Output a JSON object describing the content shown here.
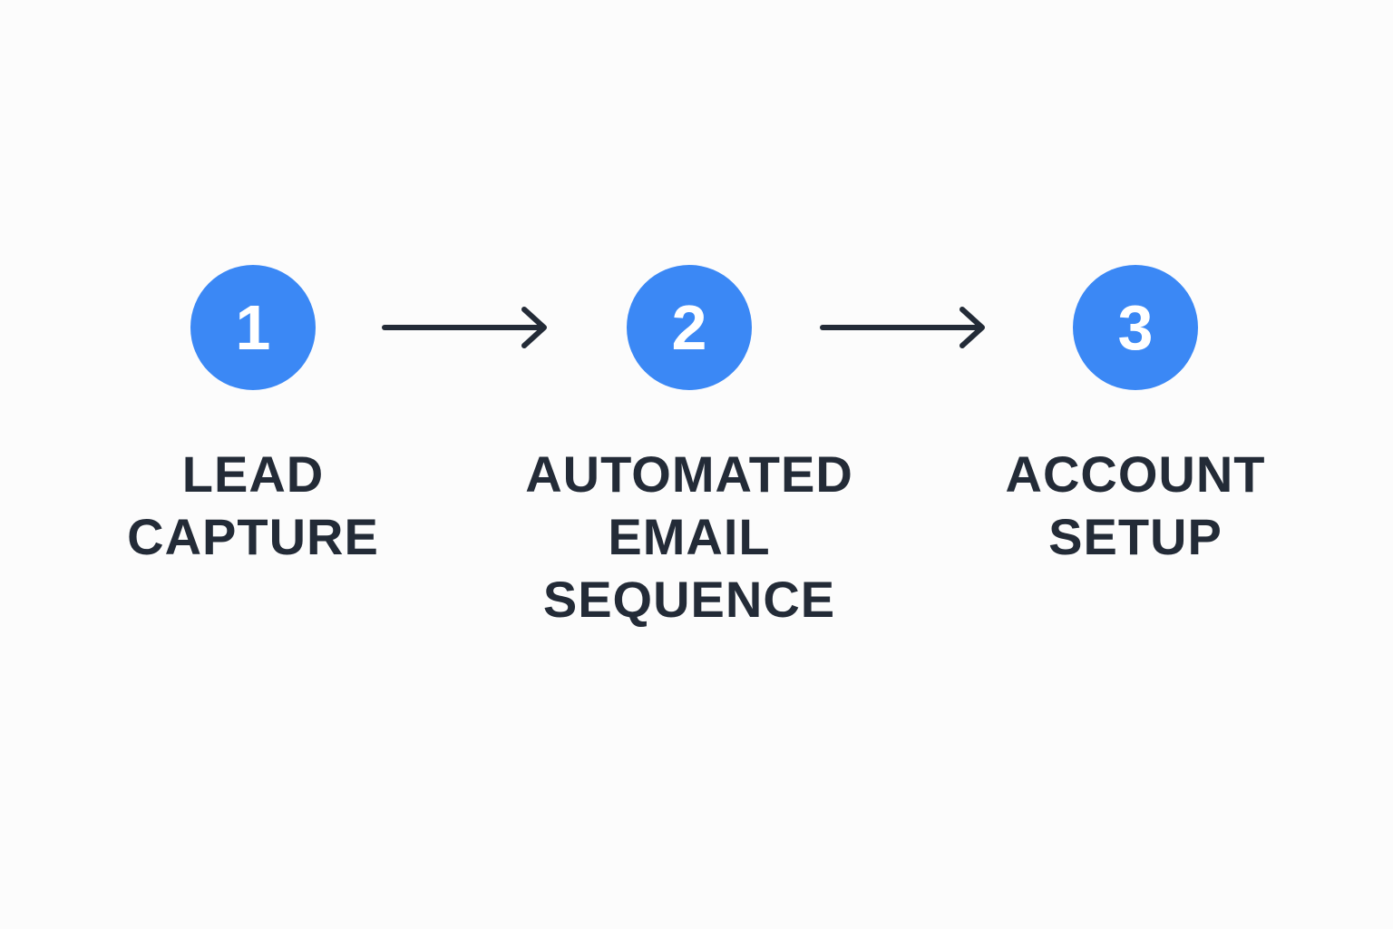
{
  "colors": {
    "background": "#fcfcfc",
    "step_circle": "#3b88f5",
    "step_number": "#ffffff",
    "label_text": "#232b37",
    "arrow": "#232b37"
  },
  "steps": [
    {
      "number": "1",
      "label_lines": [
        "LEAD",
        "CAPTURE"
      ]
    },
    {
      "number": "2",
      "label_lines": [
        "AUTOMATED",
        "EMAIL",
        "SEQUENCE"
      ]
    },
    {
      "number": "3",
      "label_lines": [
        "ACCOUNT",
        "SETUP"
      ]
    }
  ],
  "connectors": [
    {
      "from": "1",
      "to": "2",
      "icon": "right-arrow-icon"
    },
    {
      "from": "2",
      "to": "3",
      "icon": "right-arrow-icon"
    }
  ]
}
